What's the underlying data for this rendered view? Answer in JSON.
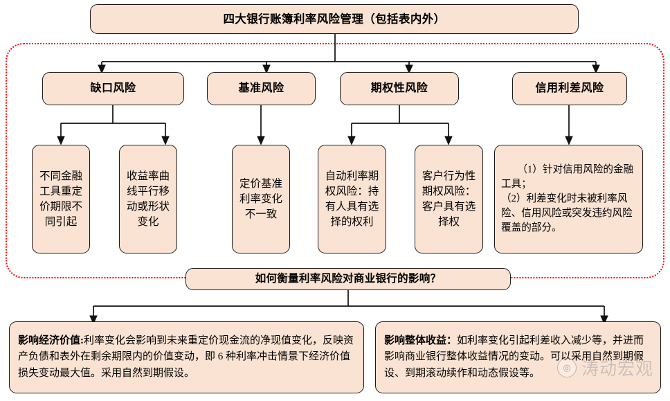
{
  "diagram": {
    "title": "四大银行账簿利率风险管理（包括表内外）",
    "accent_color": "#fae3d3",
    "border_color": "#1a1a1a",
    "region_color": "#ff0000",
    "background": "#ffffff"
  },
  "categories": [
    {
      "label": "缺口风险"
    },
    {
      "label": "基准风险"
    },
    {
      "label": "期权性风险"
    },
    {
      "label": "信用利差风险"
    }
  ],
  "details": [
    {
      "text": "不同金融工具重定价期限不同引起",
      "parent": "缺口风险"
    },
    {
      "text": "收益率曲线平行移动或形状变化",
      "parent": "缺口风险"
    },
    {
      "text": "定价基准利率变化不一致",
      "parent": "基准风险"
    },
    {
      "text": "自动利率期权风险：持有人具有选择的权利",
      "parent": "期权性风险"
    },
    {
      "text": "客户行为性期权风险：客户具有选择权",
      "parent": "期权性风险"
    },
    {
      "text": "（1）针对信用风险的金融工具；\n（2）利差变化时未被利率风险、信用风险或突发违约风险覆盖的部分。",
      "parent": "信用利差风险"
    }
  ],
  "question": {
    "label": "如何衡量利率风险对商业银行的影响？"
  },
  "outcomes": [
    {
      "heading": "影响经济价值:",
      "body": "利率变化会影响到未来重定价现金流的净现值变化，反映资产负债和表外在剩余期限内的价值变动，即 6 种利率冲击情景下经济价值损失变动最大值。采用自然到期假设。"
    },
    {
      "heading": "影响整体收益：",
      "body": "如利率变化引起利差收入减少等，并进而影响商业银行整体收益情况的变动。可以采用自然到期假设、到期滚动续作和动态假设等。"
    }
  ],
  "watermark": {
    "text": "涛动宏观",
    "badge": "◎"
  }
}
